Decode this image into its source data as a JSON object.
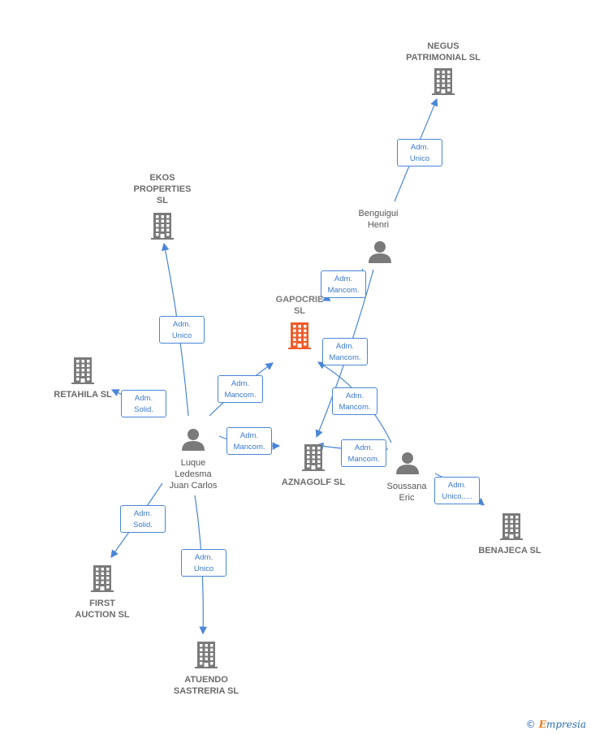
{
  "colors": {
    "edge": "#4a86d8",
    "node": "#7a7a7a",
    "focus": "#f05a28"
  },
  "nodes": {
    "negus": {
      "kind": "company",
      "lines": [
        "NEGUS",
        "PATRIMONIAL SL"
      ]
    },
    "ekos": {
      "kind": "company",
      "lines": [
        "EKOS",
        "PROPERTIES",
        "SL"
      ]
    },
    "gapocrie": {
      "kind": "focus",
      "lines": [
        "GAPOCRIE",
        "SL"
      ]
    },
    "retahila": {
      "kind": "company",
      "lines": [
        "RETAHILA  SL"
      ]
    },
    "aznagolf": {
      "kind": "company",
      "lines": [
        "AZNAGOLF  SL"
      ]
    },
    "benajeca": {
      "kind": "company",
      "lines": [
        "BENAJECA  SL"
      ]
    },
    "first": {
      "kind": "company",
      "lines": [
        "FIRST",
        "AUCTION SL"
      ]
    },
    "atuendo": {
      "kind": "company",
      "lines": [
        "ATUENDO",
        "SASTRERIA  SL"
      ]
    },
    "benguigui": {
      "kind": "person",
      "lines": [
        "Benguigui",
        "Henri"
      ]
    },
    "luque": {
      "kind": "person",
      "lines": [
        "Luque",
        "Ledesma",
        "Juan Carlos"
      ]
    },
    "soussana": {
      "kind": "person",
      "lines": [
        "Soussana",
        "Eric"
      ]
    }
  },
  "edges": [
    {
      "from": "benguigui",
      "to": "negus",
      "label": [
        "Adm.",
        "Unico"
      ]
    },
    {
      "from": "benguigui",
      "to": "gapocrie",
      "label": [
        "Adm.",
        "Mancom."
      ]
    },
    {
      "from": "benguigui",
      "to": "aznagolf",
      "label": [
        "Adm.",
        "Mancom."
      ]
    },
    {
      "from": "soussana",
      "to": "gapocrie",
      "label": [
        "Adm.",
        "Mancom."
      ]
    },
    {
      "from": "soussana",
      "to": "aznagolf",
      "label": [
        "Adm.",
        "Mancom."
      ]
    },
    {
      "from": "soussana",
      "to": "benajeca",
      "label": [
        "Adm.",
        "Unico,...."
      ]
    },
    {
      "from": "luque",
      "to": "ekos",
      "label": [
        "Adm.",
        "Unico"
      ]
    },
    {
      "from": "luque",
      "to": "gapocrie",
      "label": [
        "Adm.",
        "Mancom."
      ]
    },
    {
      "from": "luque",
      "to": "aznagolf",
      "label": [
        "Adm.",
        "Mancom."
      ]
    },
    {
      "from": "luque",
      "to": "retahila",
      "label": [
        "Adm.",
        "Solid."
      ]
    },
    {
      "from": "luque",
      "to": "first",
      "label": [
        "Adm.",
        "Solid."
      ]
    },
    {
      "from": "luque",
      "to": "atuendo",
      "label": [
        "Adm.",
        "Unico"
      ]
    }
  ],
  "brand": {
    "symbol": "©",
    "initial": "E",
    "rest": "mpresia"
  }
}
